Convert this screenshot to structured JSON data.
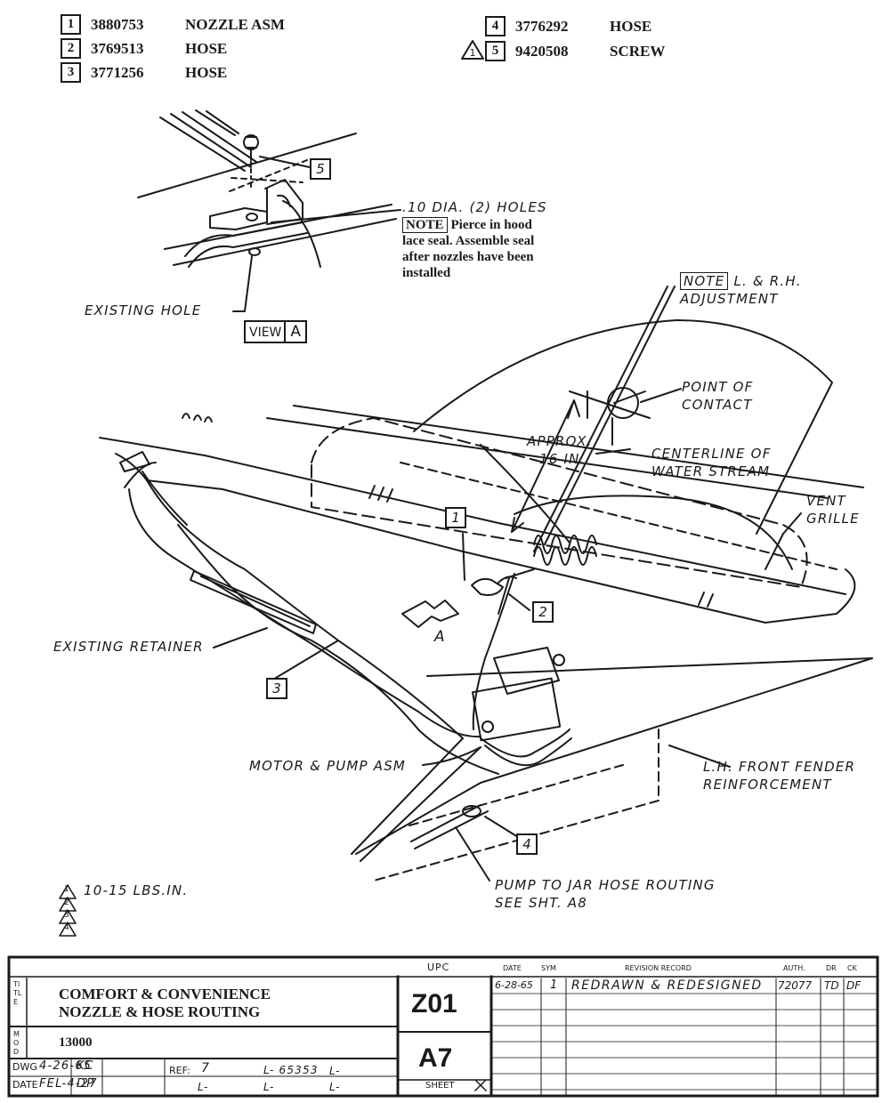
{
  "parts_list": [
    {
      "num": "1",
      "part": "3880753",
      "name": "NOZZLE ASM"
    },
    {
      "num": "2",
      "part": "3769513",
      "name": "HOSE"
    },
    {
      "num": "3",
      "part": "3771256",
      "name": "HOSE"
    },
    {
      "num": "4",
      "part": "3776292",
      "name": "HOSE"
    },
    {
      "num": "5",
      "part": "9420508",
      "name": "SCREW",
      "flag": "1"
    }
  ],
  "view_a": {
    "callout": "5",
    "holes_label": ".10 DIA. (2) HOLES",
    "note_tag": "NOTE",
    "note_lines": [
      "Pierce in hood",
      "lace seal.  Assemble seal",
      "after nozzles have been",
      "installed"
    ],
    "existing_hole": "EXISTING HOLE",
    "view_word": "VIEW",
    "view_letter": "A"
  },
  "main_view": {
    "note_tag": "NOTE",
    "note_text": "L. & R.H.",
    "note_text2": "ADJUSTMENT",
    "point_of_contact": [
      "POINT OF",
      "CONTACT"
    ],
    "approx": [
      "APPROX.",
      "16 IN."
    ],
    "centerline": [
      "CENTERLINE OF",
      "WATER STREAM"
    ],
    "vent_grille": [
      "VENT",
      "GRILLE"
    ],
    "existing_retainer": "EXISTING RETAINER",
    "motor_pump": "MOTOR & PUMP ASM",
    "fender": [
      "L.H. FRONT FENDER",
      "REINFORCEMENT"
    ],
    "pump_jar": [
      "PUMP TO JAR HOSE ROUTING",
      "SEE SHT. A8"
    ],
    "view_marker": "A",
    "callouts": [
      "1",
      "2",
      "3",
      "4"
    ]
  },
  "torque_note": {
    "flag": "1",
    "text": "10-15 LBS.IN.",
    "extra_flags": [
      "2",
      "3",
      "4"
    ]
  },
  "title_block": {
    "title_tag": "TITLE",
    "title_lines": [
      "COMFORT & CONVENIENCE",
      "NOZZLE & HOSE ROUTING"
    ],
    "mod_tag": "MOD",
    "model": "13000",
    "dwg_label": "DWG",
    "dwg_date": "4-26-65",
    "dwg_by": "KC",
    "date_label": "DATE",
    "date_value": "FEL-4-27",
    "date_by": "DP",
    "ref_label": "REF:",
    "ref_value": "7",
    "l_number": "L- 65353",
    "l_blanks": [
      "L-",
      "L-",
      "L-",
      "L-"
    ],
    "upc_label": "UPC",
    "upc": "Z01",
    "sheet_id": "A7",
    "sheet_label": "SHEET",
    "rev_headers": [
      "DATE",
      "SYM",
      "REVISION RECORD",
      "AUTH.",
      "DR",
      "CK"
    ],
    "rev_rows": [
      {
        "date": "6-28-65",
        "sym": "1",
        "record": "REDRAWN & REDESIGNED",
        "auth": "72077",
        "dr": "TD",
        "ck": "DF"
      }
    ]
  }
}
